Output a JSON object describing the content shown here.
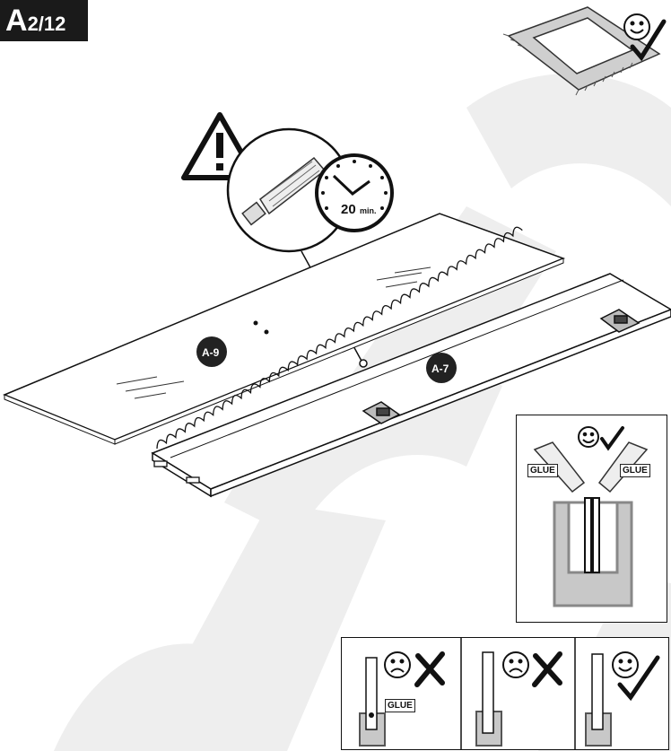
{
  "step": {
    "letter": "A",
    "number": "2/12"
  },
  "parts": {
    "a9": "A-9",
    "a7": "A-7"
  },
  "clock": {
    "minutes": "20",
    "unit": "min."
  },
  "glue_detail": {
    "left_label": "GLUE",
    "right_label": "GLUE"
  },
  "examples": {
    "wrong_1_label": "GLUE"
  },
  "colors": {
    "watermark": "#eeeeee",
    "ink": "#1a1a1a",
    "grey_fill": "#c8c8c8"
  },
  "icons": [
    "warning-icon",
    "glue-tube-icon",
    "clock-icon",
    "smiley-happy-icon",
    "smiley-sad-icon",
    "checkmark-icon",
    "cross-icon",
    "rug-icon"
  ]
}
